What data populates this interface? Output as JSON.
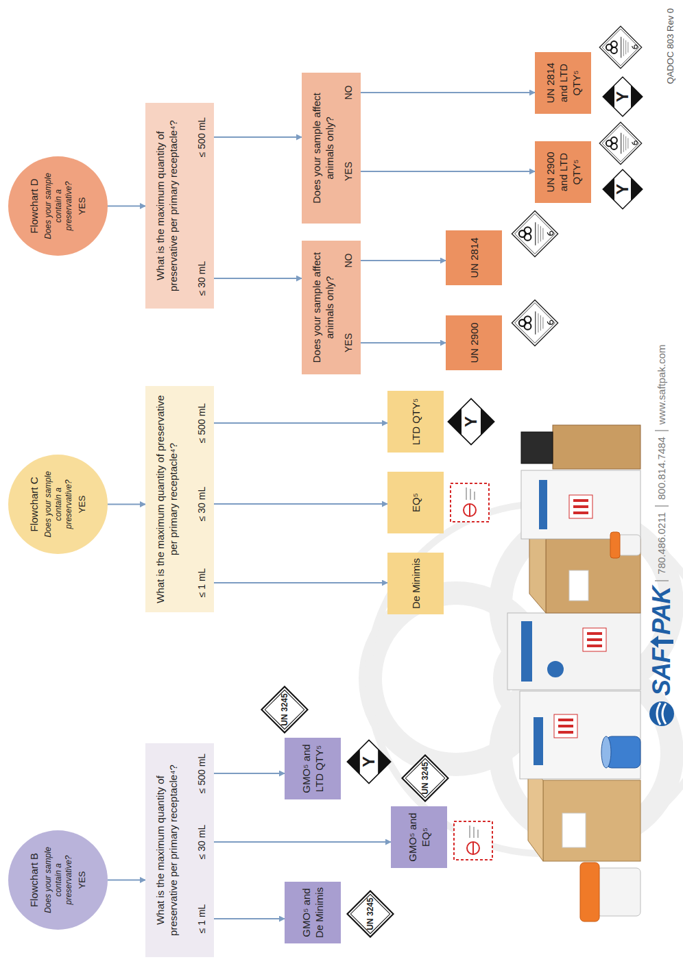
{
  "diagram": {
    "nodes": [
      {
        "text": [
          "Flowchart B",
          "Does your sample contain a preservative?",
          "YES"
        ]
      },
      {
        "text": [
          "What is the maximum quantity of preservative per primary receptacle⁴?",
          "≤ 1 mL",
          "≤ 30 mL",
          "≤ 500 mL"
        ]
      },
      {
        "text": [
          "GMO⁵ and De Minimis"
        ]
      },
      {
        "text": [
          "UN 3245"
        ]
      },
      {
        "text": [
          "GMO⁵ and EQ⁵"
        ]
      },
      {
        "text": [
          "UN 3245"
        ]
      },
      {
        "text": [
          "GMO⁵ and LTD QTY⁵"
        ]
      },
      {
        "text": [
          "UN 3245"
        ]
      },
      {
        "text": [
          "Y"
        ]
      },
      {
        "text": [
          "Flowchart C",
          "Does your sample contain a preservative?",
          "YES"
        ]
      },
      {
        "text": [
          "What is the maximum quantity of preservative per primary receptacle⁴?",
          "≤ 1 mL",
          "≤ 30 mL",
          "≤ 500 mL"
        ]
      },
      {
        "text": [
          "De Minimis"
        ]
      },
      {
        "text": [
          "EQ⁵"
        ]
      },
      {
        "text": [
          "LTD QTY⁵"
        ]
      },
      {
        "text": [
          "Y"
        ]
      },
      {
        "text": [
          "Flowchart D",
          "Does your sample contain a preservative?",
          "YES"
        ]
      },
      {
        "text": [
          "What is the maximum quantity of preservative per primary receptacle⁴?",
          "≤ 30 mL",
          "≤ 500 mL"
        ]
      },
      {
        "text": [
          "Does your sample affect animals only?",
          "YES",
          "NO"
        ]
      },
      {
        "text": [
          "Does your sample affect animals only?",
          "YES",
          "NO"
        ]
      },
      {
        "text": [
          "UN 2900"
        ]
      },
      {
        "text": [
          "UN 2814"
        ]
      },
      {
        "text": [
          "UN 2900 and LTD QTY⁵"
        ]
      },
      {
        "text": [
          "Y"
        ]
      },
      {
        "text": [
          "UN 2814 and LTD QTY⁵"
        ]
      },
      {
        "text": [
          "Y"
        ]
      }
    ],
    "edges": [
      {
        "from": 0,
        "to": 1,
        "arrow": "to"
      },
      {
        "from": 1,
        "to": 2,
        "arrow": "to"
      },
      {
        "from": 1,
        "to": 4,
        "arrow": "to"
      },
      {
        "from": 1,
        "to": 6,
        "arrow": "to"
      },
      {
        "from": 9,
        "to": 10,
        "arrow": "to"
      },
      {
        "from": 10,
        "to": 11,
        "arrow": "to"
      },
      {
        "from": 10,
        "to": 12,
        "arrow": "to"
      },
      {
        "from": 10,
        "to": 13,
        "arrow": "to"
      },
      {
        "from": 15,
        "to": 16,
        "arrow": "to"
      },
      {
        "from": 16,
        "to": 17,
        "arrow": "to"
      },
      {
        "from": 16,
        "to": 18,
        "arrow": "to"
      },
      {
        "from": 17,
        "to": 19,
        "arrow": "to"
      },
      {
        "from": 17,
        "to": 20,
        "arrow": "to"
      },
      {
        "from": 18,
        "to": 21,
        "arrow": "to"
      },
      {
        "from": 18,
        "to": 23,
        "arrow": "to"
      }
    ],
    "labels": [
      "SAF",
      "PAK",
      "780.486.0211",
      "800.814.7484",
      "www.saftpak.com",
      "QADOC 803 Rev 0"
    ]
  }
}
